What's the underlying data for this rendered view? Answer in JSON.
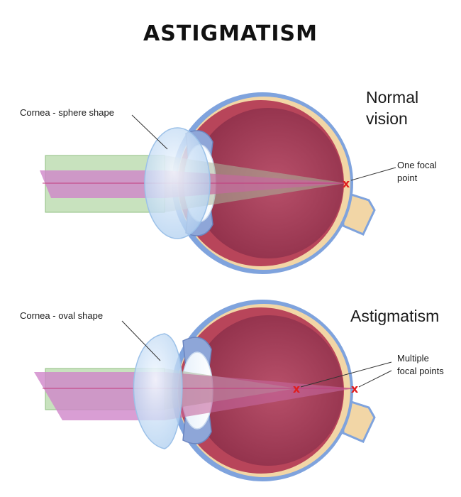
{
  "title": "ASTIGMATISM",
  "top_panel": {
    "heading_line1": "Normal",
    "heading_line2": "vision",
    "cornea_label": "Cornea - sphere shape",
    "focal_label_line1": "One focal",
    "focal_label_line2": "point"
  },
  "bottom_panel": {
    "heading": "Astigmatism",
    "cornea_label": "Cornea - oval shape",
    "focal_label_line1": "Multiple",
    "focal_label_line2": "focal points"
  },
  "colors": {
    "sclera_blue": "#7fa3dd",
    "choroid": "#b8455a",
    "retina_yellow": "#f2d6a6",
    "vitreous": "#9a3552",
    "cornea": "#cfe4f7",
    "beam_green": "#b5d8a8",
    "beam_pink": "#cf86c9",
    "focal_mark": "#e01e1e"
  }
}
